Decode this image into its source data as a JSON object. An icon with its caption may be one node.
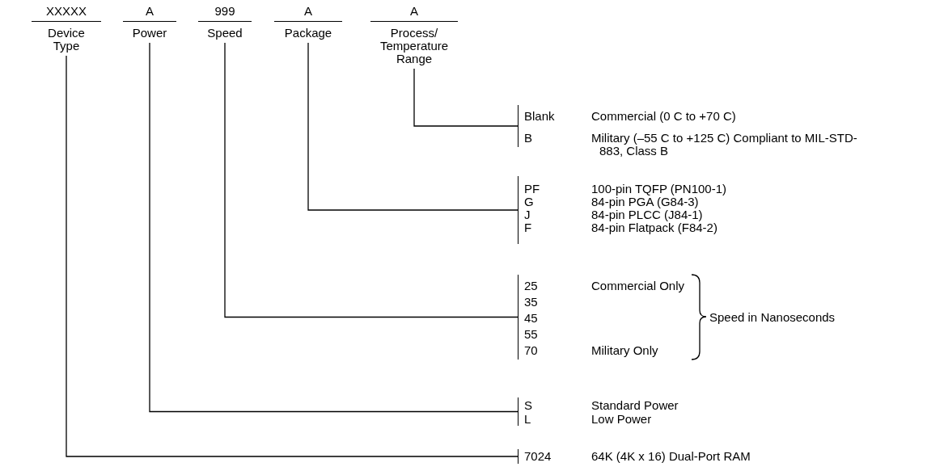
{
  "diagram": {
    "nodes": [
      {
        "text": [
          "XXXXX",
          "Device Type"
        ]
      },
      {
        "text": [
          "A",
          "Power"
        ]
      },
      {
        "text": [
          "999",
          "Speed"
        ]
      },
      {
        "text": [
          "A",
          "Package"
        ]
      },
      {
        "text": [
          "A",
          "Process/ Temperature Range"
        ]
      },
      {
        "text": [
          "Blank",
          "Commercial (0 C to +70 C)",
          "B",
          "Military (–55 C to +125 C) Compliant to MIL-STD-883, Class B"
        ]
      },
      {
        "text": [
          "PF",
          "100-pin TQFP (PN100-1)",
          "G",
          "84-pin PGA (G84-3)",
          "J",
          "84-pin PLCC (J84-1)",
          "F",
          "84-pin Flatpack (F84-2)"
        ]
      },
      {
        "text": [
          "25",
          "Commercial Only",
          "35",
          "45",
          "55",
          "70",
          "Military Only"
        ]
      },
      {
        "text": [
          "S",
          "Standard Power",
          "L",
          "Low Power"
        ]
      },
      {
        "text": [
          "7024",
          "64K (4K x 16) Dual-Port RAM"
        ]
      }
    ],
    "edges": [
      {
        "from": 4,
        "to": 5,
        "arrow": "none"
      },
      {
        "from": 3,
        "to": 6,
        "arrow": "none"
      },
      {
        "from": 2,
        "to": 7,
        "arrow": "none"
      },
      {
        "from": 1,
        "to": 8,
        "arrow": "none"
      },
      {
        "from": 0,
        "to": 9,
        "arrow": "none"
      }
    ],
    "labels": [
      "Speed in Nanoseconds"
    ]
  }
}
